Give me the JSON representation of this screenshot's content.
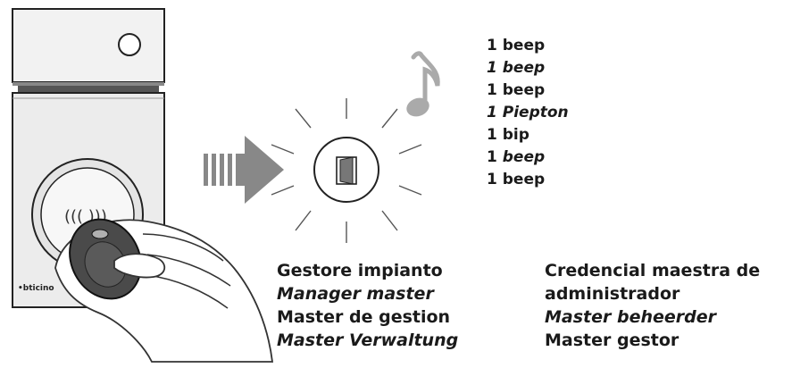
{
  "device": {
    "brand_text": "•bticino",
    "rfid_text": "((( )))"
  },
  "feedback": {
    "icon": "door-open-icon",
    "sound_icon": "music-note-icon"
  },
  "beeps": [
    {
      "text": "1 beep",
      "italic": false
    },
    {
      "text": "1 beep",
      "italic": true
    },
    {
      "text": "1 beep",
      "italic": false
    },
    {
      "text": "1 Piepton",
      "italic": true
    },
    {
      "text": "1 bip",
      "italic": false
    },
    {
      "text": "1 beep",
      "italic": true,
      "prefix": "1 ",
      "word": "beep"
    },
    {
      "text": "1 beep",
      "italic": false
    }
  ],
  "labels_left": [
    {
      "text": "Gestore impianto",
      "italic": false
    },
    {
      "text": "Manager master",
      "italic": true
    },
    {
      "text": "Master de gestion",
      "italic": false
    },
    {
      "text": "Master Verwaltung",
      "italic": true
    }
  ],
  "labels_right": [
    {
      "text": "Credencial maestra de",
      "italic": false
    },
    {
      "text": "administrador",
      "italic": false
    },
    {
      "text": "Master beheerder",
      "italic": true
    },
    {
      "text": "Master gestor",
      "italic": false
    }
  ]
}
